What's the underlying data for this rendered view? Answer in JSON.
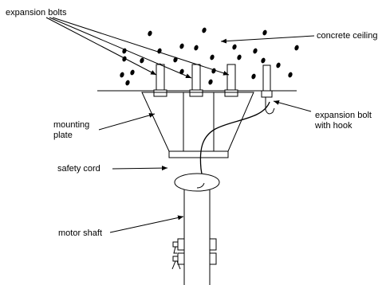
{
  "labels": {
    "expansion_bolts": "expansion bolts",
    "concrete_ceiling": "concrete ceiling",
    "expansion_bolt_hook_line1": "expansion bolt",
    "expansion_bolt_hook_line2": "with hook",
    "mounting_plate_line1": "mounting",
    "mounting_plate_line2": "plate",
    "safety_cord": "safety cord",
    "motor_shaft": "motor shaft"
  },
  "colors": {
    "stroke": "#000000",
    "background": "#ffffff"
  }
}
